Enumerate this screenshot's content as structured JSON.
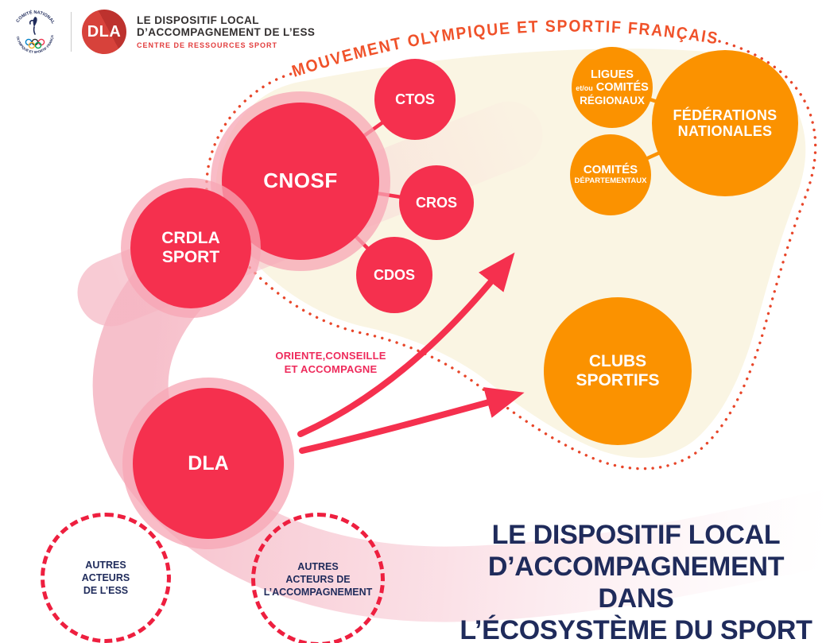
{
  "header": {
    "cnosf_logo": {
      "ring_text_top": "COMITÉ NATIONAL",
      "ring_text_bottom": "OLYMPIQUE ET SPORTIF FRANÇAIS"
    },
    "dla_logo": "DLA",
    "org_line1": "LE DISPOSITIF LOCAL",
    "org_line2": "D’ACCOMPAGNEMENT DE L’ESS",
    "org_sub": "CENTRE DE RESSOURCES SPORT"
  },
  "zone_label": "MOUVEMENT OLYMPIQUE ET SPORTIF FRANÇAIS",
  "nodes": {
    "cnosf": {
      "label": "CNOSF"
    },
    "crdla": {
      "line1": "CRDLA",
      "line2": "SPORT"
    },
    "dla": {
      "label": "DLA"
    },
    "ctos": {
      "label": "CTOS"
    },
    "cros": {
      "label": "CROS"
    },
    "cdos": {
      "label": "CDOS"
    },
    "ligues": {
      "line1": "LIGUES",
      "line2_small": "et/ou",
      "line2": "COMITÉS",
      "line3": "RÉGIONAUX"
    },
    "comites_departementaux": {
      "line1": "COMITÉS",
      "line2": "DÉPARTEMENTAUX"
    },
    "federations": {
      "line1": "FÉDÉRATIONS",
      "line2": "NATIONALES"
    },
    "clubs": {
      "line1": "CLUBS",
      "line2": "SPORTIFS"
    }
  },
  "relation_label": {
    "line1": "ORIENTE,CONSEILLE",
    "line2": "ET ACCOMPAGNE"
  },
  "dashed": {
    "ess": {
      "line1": "AUTRES",
      "line2": "ACTEURS",
      "line3": "DE L’ESS"
    },
    "accompagnement": {
      "line1": "AUTRES",
      "line2": "ACTEURS DE",
      "line3": "L’ACCOMPAGNEMENT"
    }
  },
  "footer_title": {
    "line1": "LE DISPOSITIF LOCAL",
    "line2": "D’ACCOMPAGNEMENT DANS",
    "line3": "L’ÉCOSYSTÈME DU SPORT"
  },
  "colors": {
    "node_red": "#f5304e",
    "node_orange": "#fb9200",
    "navy_text": "#1f2b5b",
    "cream_zone": "#faf5e3",
    "dotted_border": "#e8462a",
    "arc_text": "#f0522a",
    "pink_ribbon": "#f6b9c5",
    "relation_text": "#ee2a5b",
    "dashed_circle": "#ee1f3f"
  }
}
